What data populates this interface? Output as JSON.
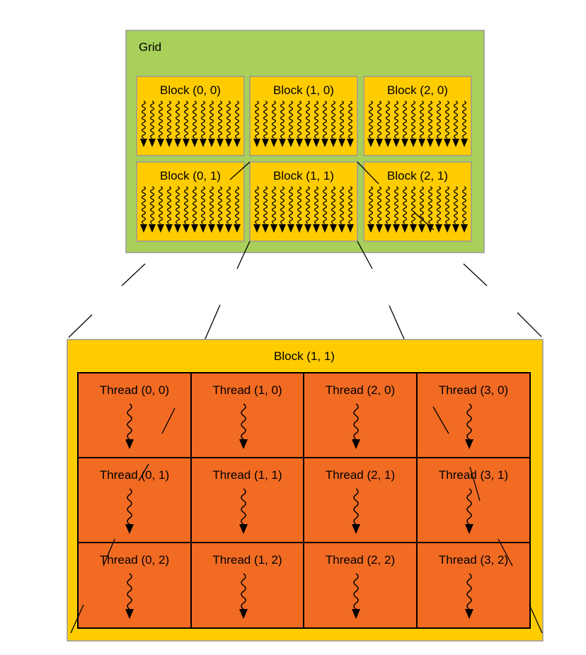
{
  "grid": {
    "label": "Grid",
    "blocks": [
      {
        "label": "Block (0, 0)"
      },
      {
        "label": "Block (1, 0)"
      },
      {
        "label": "Block (2, 0)"
      },
      {
        "label": "Block (0, 1)"
      },
      {
        "label": "Block (1, 1)"
      },
      {
        "label": "Block (2, 1)"
      }
    ]
  },
  "block_detail": {
    "label": "Block (1, 1)",
    "threads": [
      {
        "label": "Thread (0, 0)"
      },
      {
        "label": "Thread (1, 0)"
      },
      {
        "label": "Thread (2, 0)"
      },
      {
        "label": "Thread (3, 0)"
      },
      {
        "label": "Thread (0, 1)"
      },
      {
        "label": "Thread (1, 1)"
      },
      {
        "label": "Thread (2, 1)"
      },
      {
        "label": "Thread (3, 1)"
      },
      {
        "label": "Thread (0, 2)"
      },
      {
        "label": "Thread (1, 2)"
      },
      {
        "label": "Thread (2, 2)"
      },
      {
        "label": "Thread (3, 2)"
      }
    ]
  },
  "colors": {
    "grid_fill": "#a8d05a",
    "block_fill": "#ffcc00",
    "thread_fill": "#f26b23",
    "border": "#999999",
    "line": "#000000"
  }
}
